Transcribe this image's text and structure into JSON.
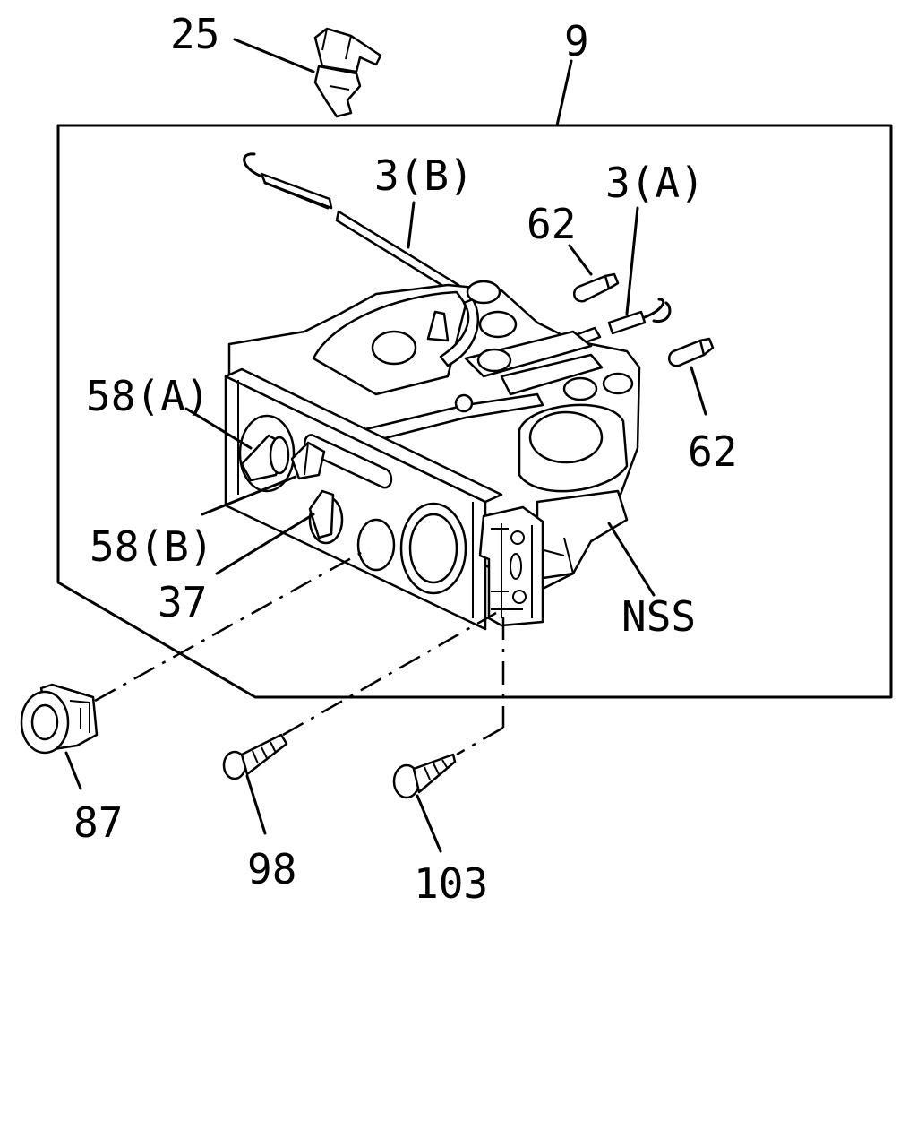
{
  "diagram": {
    "callouts": [
      {
        "id": "c25",
        "text": "25"
      },
      {
        "id": "c9",
        "text": "9"
      },
      {
        "id": "c3b",
        "text": "3(B)"
      },
      {
        "id": "c3a",
        "text": "3(A)"
      },
      {
        "id": "c62a",
        "text": "62"
      },
      {
        "id": "c62b",
        "text": "62"
      },
      {
        "id": "c58a",
        "text": "58(A)"
      },
      {
        "id": "c58b",
        "text": "58(B)"
      },
      {
        "id": "c37",
        "text": "37"
      },
      {
        "id": "cnss",
        "text": "NSS"
      },
      {
        "id": "c87",
        "text": "87"
      },
      {
        "id": "c98",
        "text": "98"
      },
      {
        "id": "c103",
        "text": "103"
      }
    ]
  }
}
